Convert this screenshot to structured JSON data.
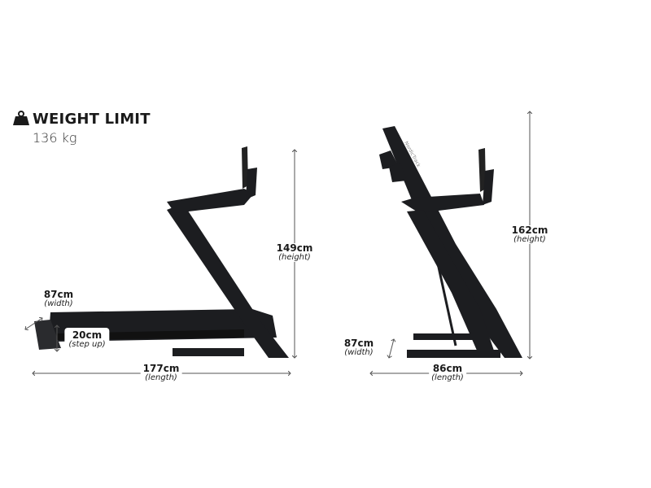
{
  "weight_limit": {
    "title": "WEIGHT LIMIT",
    "value": "136 kg",
    "icon": "weight-icon"
  },
  "unfolded": {
    "width": {
      "value": "87cm",
      "label": "(width)"
    },
    "step_up": {
      "value": "20cm",
      "label": "(step up)"
    },
    "height": {
      "value": "149cm",
      "label": "(height)"
    },
    "length": {
      "value": "177cm",
      "label": "(length)"
    }
  },
  "folded": {
    "width": {
      "value": "87cm",
      "label": "(width)"
    },
    "height": {
      "value": "162cm",
      "label": "(height)"
    },
    "length": {
      "value": "86cm",
      "label": "(length)"
    },
    "brand_logo": "NordicTrack"
  },
  "colors": {
    "machine": "#1b1c1e",
    "text": "#1a1a1a",
    "arrow": "#555555"
  }
}
